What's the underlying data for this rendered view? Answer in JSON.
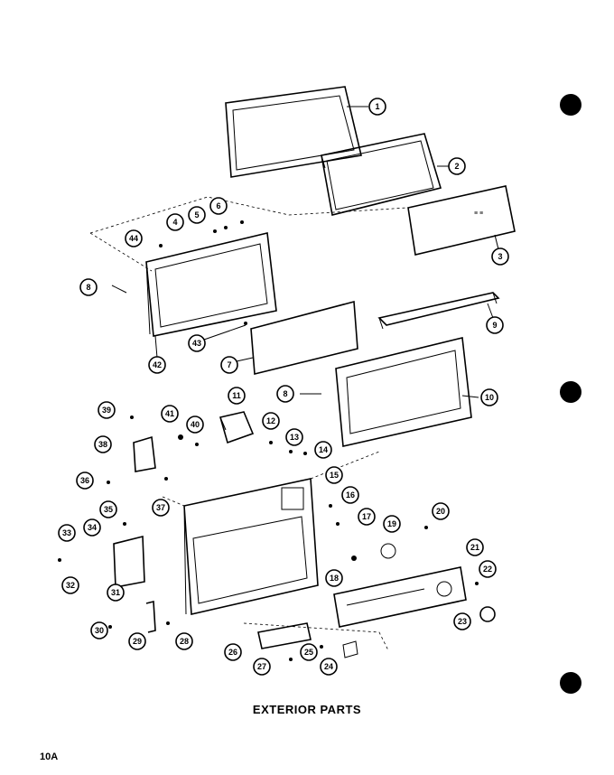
{
  "caption": "EXTERIOR PARTS",
  "page_number": "10A",
  "callouts": [
    "1",
    "2",
    "3",
    "4",
    "5",
    "6",
    "7",
    "8",
    "9",
    "10",
    "11",
    "12",
    "13",
    "14",
    "15",
    "16",
    "17",
    "18",
    "19",
    "20",
    "21",
    "22",
    "23",
    "24",
    "25",
    "26",
    "27",
    "28",
    "29",
    "30",
    "31",
    "32",
    "33",
    "34",
    "35",
    "36",
    "37",
    "38",
    "39",
    "40",
    "41",
    "42",
    "43",
    "44",
    "8",
    "9"
  ]
}
